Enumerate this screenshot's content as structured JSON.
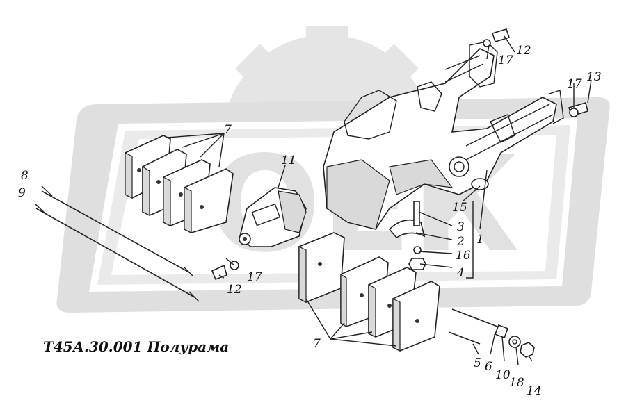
{
  "caption": "Т45А.30.001 Полурама",
  "labels": {
    "l7a": "7",
    "l8": "8",
    "l9": "9",
    "l11": "11",
    "l12a": "12",
    "l17a": "17",
    "l17b": "17",
    "l13": "13",
    "l12b": "12",
    "l17c": "17",
    "l15": "15",
    "l3": "3",
    "l2": "2",
    "l1": "1",
    "l16": "16",
    "l4": "4",
    "l7b": "7",
    "l5": "5",
    "l6": "6",
    "l10": "10",
    "l18": "18",
    "l14": "14"
  }
}
